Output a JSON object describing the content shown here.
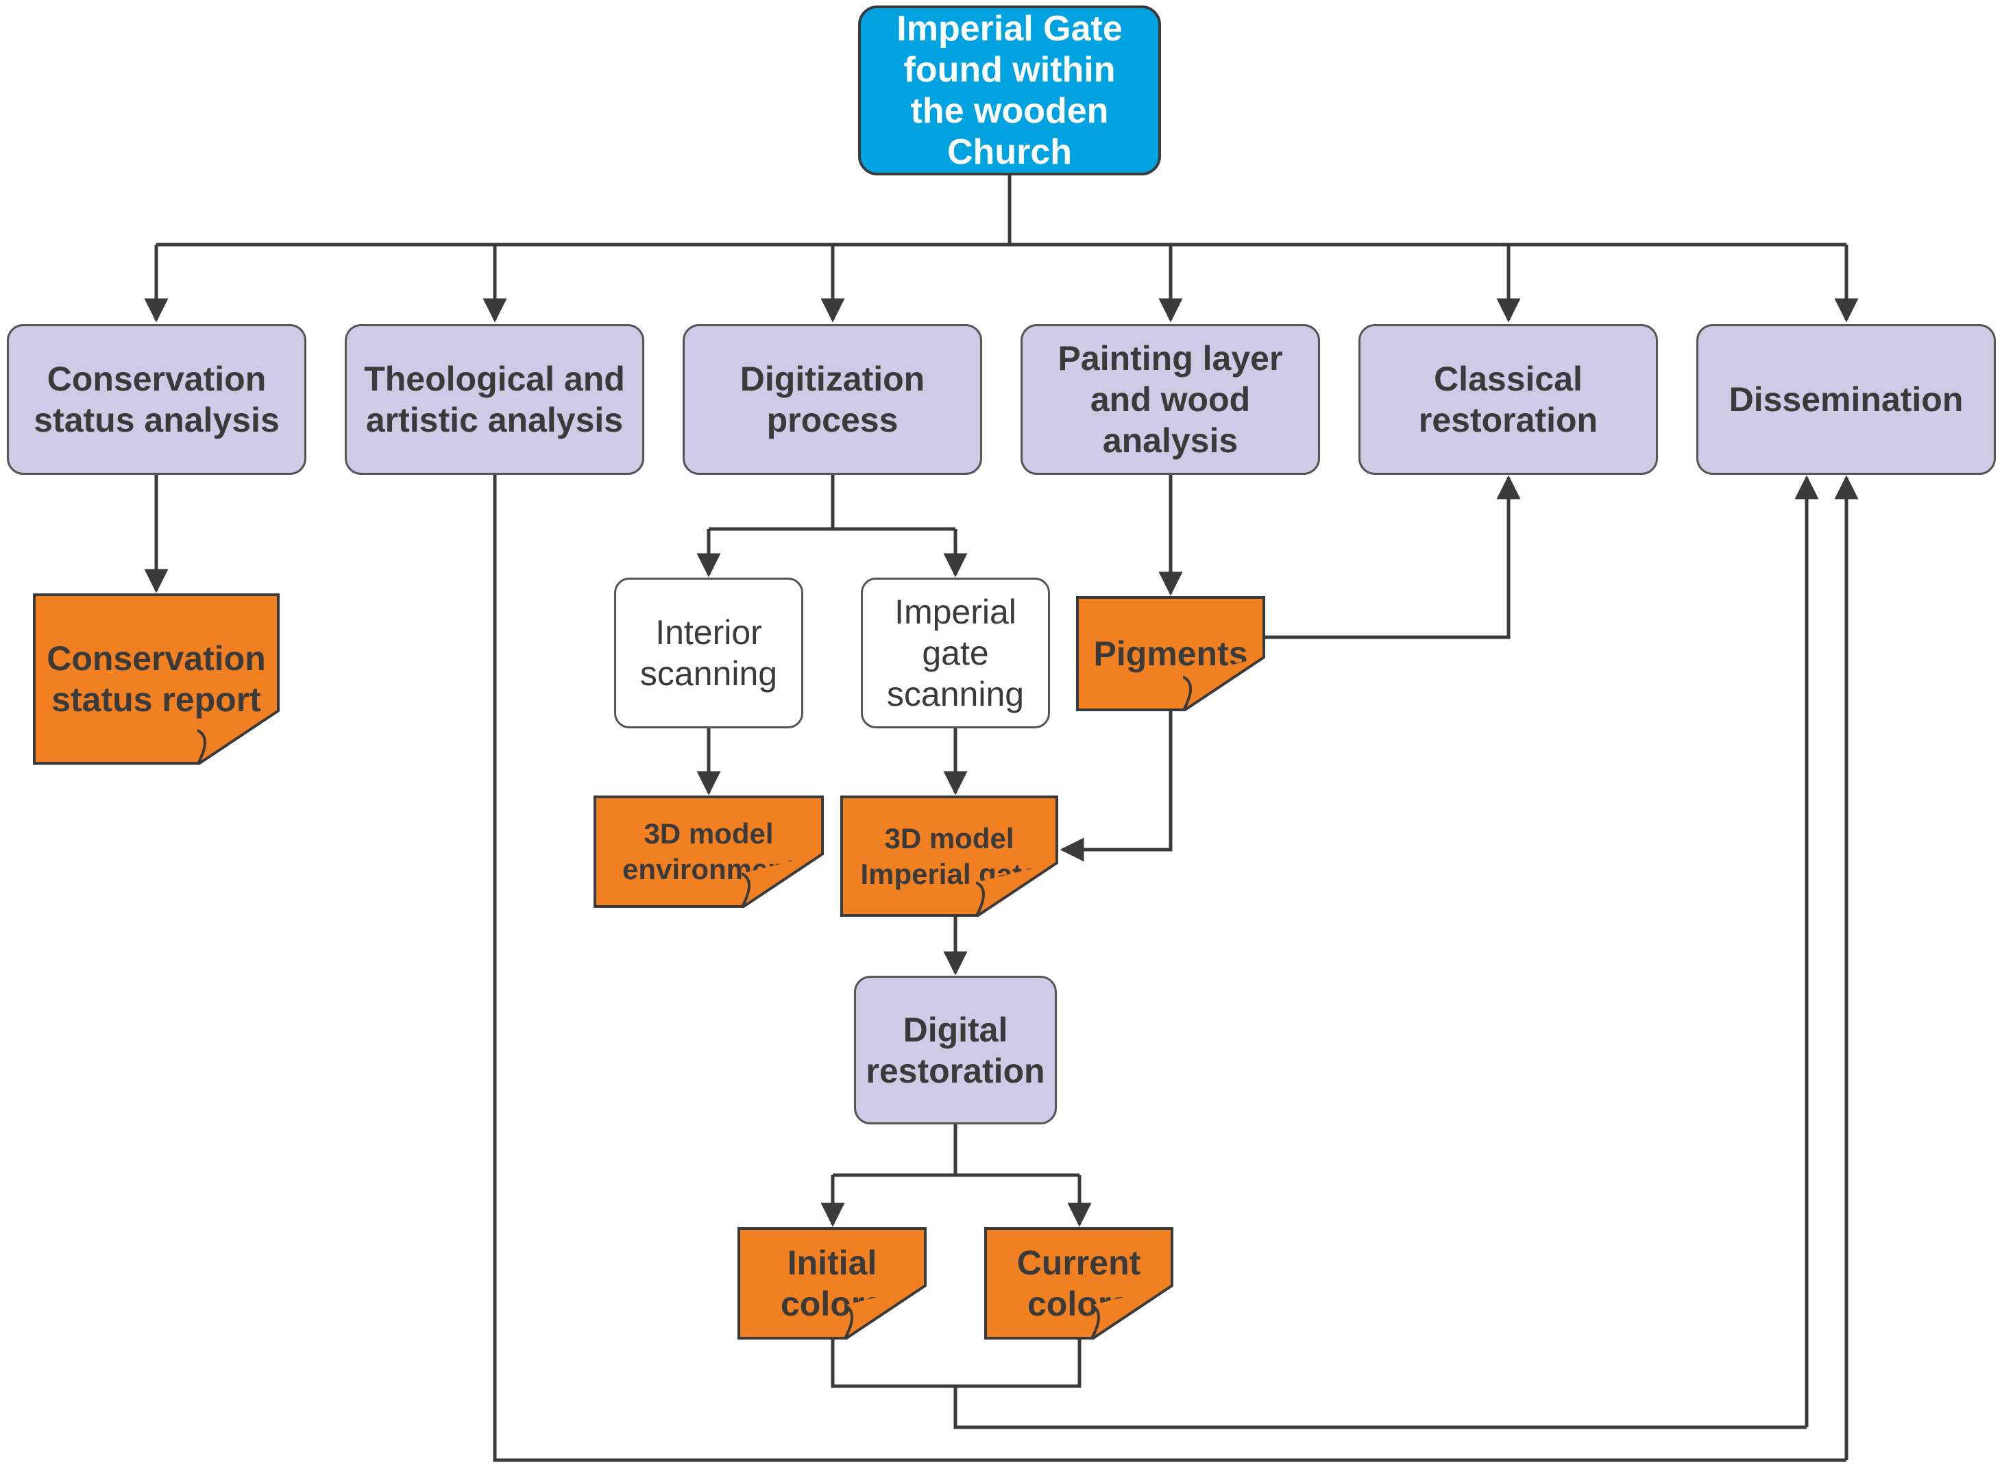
{
  "diagram": {
    "top": {
      "label": "Imperial Gate found within the wooden Church",
      "color": "#00a3e0"
    },
    "processes": {
      "conservation": "Conservation status analysis",
      "theological": "Theological and artistic analysis",
      "digitization": "Digitization process",
      "painting": "Painting layer and wood analysis",
      "classical": "Classical restoration",
      "dissemination": "Dissemination",
      "digital_restoration": "Digital restoration"
    },
    "scans": {
      "interior": "Interior scanning",
      "gate": "Imperial gate scanning"
    },
    "outputs": {
      "conservation_report": "Conservation status report",
      "pigments": "Pigments",
      "model_environment": "3D model environment",
      "model_gate": "3D model Imperial gate",
      "initial_colors": "Initial colors",
      "current_colors": "Current colors"
    },
    "colors": {
      "process_fill": "#cfcbe6",
      "output_fill": "#f08022",
      "connector": "#3a3a3a"
    }
  }
}
